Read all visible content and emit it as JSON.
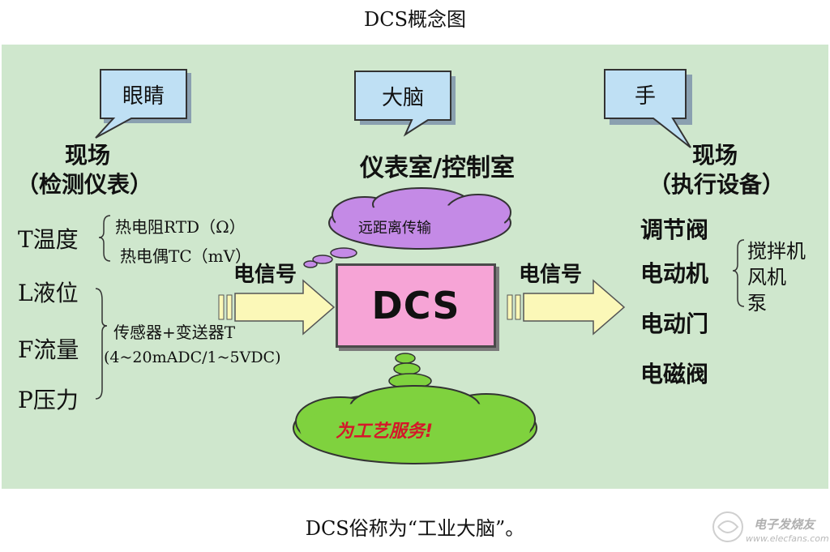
{
  "title": "DCS概念图",
  "caption": "DCS俗称为“工业大脑”。",
  "callouts": {
    "eye": "眼睛",
    "brain": "大脑",
    "hand": "手"
  },
  "left_group": {
    "title_line1": "现场",
    "title_line2": "（检测仪表）",
    "t_label": "T温度",
    "rtd": "热电阻RTD（Ω）",
    "tc": "热电偶TC（mV）",
    "l_label": "L液位",
    "f_label": "F流量",
    "p_label": "P压力",
    "transmitter": "传感器+变送器T",
    "signal_range": "(4~20mADC/1~5VDC)"
  },
  "center": {
    "title": "仪表室/控制室",
    "remote": "远距离传输",
    "dcs": "DCS",
    "service": "为工艺服务!"
  },
  "arrows": {
    "left_signal": "电信号",
    "right_signal": "电信号"
  },
  "right_group": {
    "title_line1": "现场",
    "title_line2": "（执行设备）",
    "valve": "调节阀",
    "motor": "电动机",
    "door": "电动门",
    "solenoid": "电磁阀",
    "mixer": "搅拌机",
    "fan": "风机",
    "pump": "泵"
  },
  "watermark": {
    "name": "电子发烧友",
    "url": "www.elecfans.com"
  },
  "colors": {
    "panel": "#cfe7cd",
    "callout": "#bfe0f4",
    "dcs_box": "#f6a4d6",
    "cloud_purple": "#c48ae6",
    "cloud_green": "#7fd23e",
    "arrow": "#fbf8b8"
  }
}
